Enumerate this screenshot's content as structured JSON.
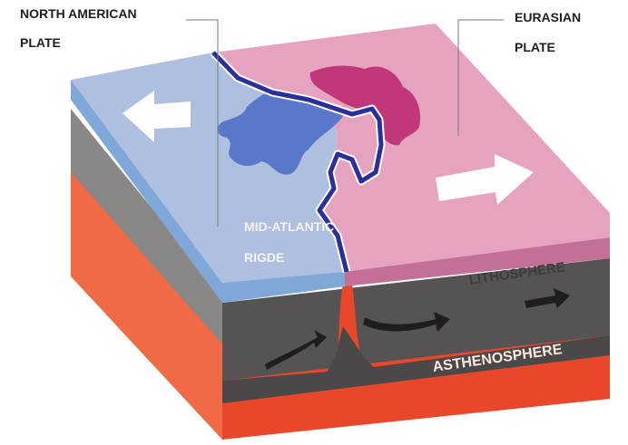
{
  "labels": {
    "north_american_line1": "NORTH AMERICAN",
    "north_american_line2": "PLATE",
    "eurasian_line1": "EURASIAN",
    "eurasian_line2": "PLATE",
    "ridge_line1": "MID-ATLANTIC",
    "ridge_line2": "RIGDE",
    "lithosphere": "LITHOSPHERE",
    "asthenosphere": "ASTHENOSPHERE"
  },
  "colors": {
    "north_american_surface": "#aebfe0",
    "north_american_edge": "#7fa8d8",
    "eurasian_surface": "#e6a3c0",
    "eurasian_edge": "#c46f98",
    "lithosphere": "#6e6c6c",
    "lithosphere_dark": "#4a4848",
    "asthenosphere": "#e8472a",
    "asthenosphere_side": "#f06a45",
    "ridge_line": "#2b2f9a",
    "iceland_blue": "#5a78c9",
    "scandinavia_magenta": "#c2367a",
    "arrow_white": "#ffffff",
    "arrow_black": "#222222"
  },
  "icons": [
    "arrow-left-icon",
    "arrow-right-icon",
    "convection-arrow-icon"
  ]
}
